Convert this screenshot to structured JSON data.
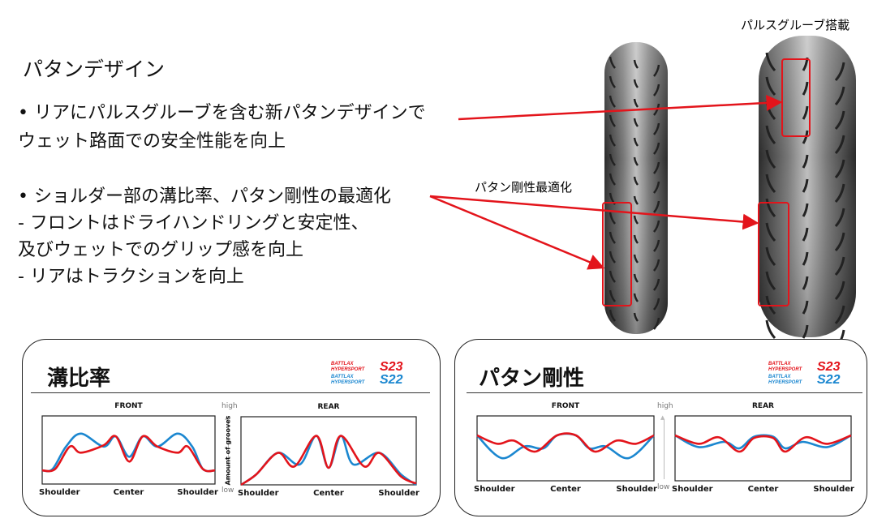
{
  "heading": "パタンデザイン",
  "bullets": [
    {
      "lines": [
        "• リアにパルスグルーブを含む新パタンデザインで",
        "   ウェット路面での安全性能を向上"
      ]
    },
    {
      "lines": [
        "• ショルダー部の溝比率、パタン剛性の最適化",
        " - フロントはドライハンドリングと安定性、",
        "    及びウェットでのグリップ感を向上",
        " - リアはトラクションを向上"
      ]
    }
  ],
  "tire_labels": {
    "pulse_groove": "パルスグルーブ搭載",
    "pattern_stiffness": "パタン剛性最適化"
  },
  "colors": {
    "s23": "#e3141b",
    "s22": "#1b87d0",
    "arrow": "#e3141b"
  },
  "legend": {
    "brand_line1": "BATTLAX",
    "brand_line2": "HYPERSPORT",
    "s23": "S23",
    "s22": "S22"
  },
  "chart_data": [
    {
      "type": "line",
      "title": "溝比率",
      "ylabel": "Amount of grooves",
      "y_high": "high",
      "y_low": "low",
      "ylim": [
        0,
        1
      ],
      "panels": [
        {
          "title": "FRONT",
          "xticks": [
            "Shoulder",
            "Center",
            "Shoulder"
          ],
          "series": [
            {
              "name": "S22",
              "x": [
                0,
                0.06,
                0.138,
                0.224,
                0.356,
                0.426,
                0.504,
                0.582,
                0.667,
                0.784,
                0.868,
                0.93,
                1
              ],
              "values": [
                0.2,
                0.22,
                0.55,
                0.74,
                0.55,
                0.7,
                0.4,
                0.7,
                0.55,
                0.74,
                0.55,
                0.22,
                0.2
              ]
            },
            {
              "name": "S23",
              "x": [
                0,
                0.075,
                0.16,
                0.224,
                0.356,
                0.426,
                0.504,
                0.582,
                0.667,
                0.784,
                0.843,
                0.93,
                1
              ],
              "values": [
                0.2,
                0.22,
                0.55,
                0.46,
                0.57,
                0.7,
                0.33,
                0.7,
                0.55,
                0.46,
                0.55,
                0.22,
                0.2
              ]
            }
          ]
        },
        {
          "title": "REAR",
          "xticks": [
            "Shoulder",
            "Center",
            "Shoulder"
          ],
          "series": [
            {
              "name": "S22",
              "x": [
                0,
                0.086,
                0.211,
                0.336,
                0.43,
                0.5,
                0.57,
                0.641,
                0.789,
                0.914,
                1
              ],
              "values": [
                0,
                0.15,
                0.47,
                0.3,
                0.72,
                0.25,
                0.72,
                0.3,
                0.47,
                0.15,
                0
              ]
            },
            {
              "name": "S23",
              "x": [
                0,
                0.086,
                0.211,
                0.305,
                0.43,
                0.5,
                0.57,
                0.703,
                0.789,
                0.914,
                1
              ],
              "values": [
                0,
                0.15,
                0.47,
                0.27,
                0.72,
                0.25,
                0.72,
                0.27,
                0.47,
                0.12,
                0.02
              ]
            }
          ]
        }
      ]
    },
    {
      "type": "line",
      "title": "パタン剛性",
      "ylabel": "",
      "y_high": "high",
      "y_low": "low",
      "ylim": [
        0,
        1
      ],
      "panels": [
        {
          "title": "FRONT",
          "xticks": [
            "Shoulder",
            "Center",
            "Shoulder"
          ],
          "series": [
            {
              "name": "S22",
              "x": [
                0,
                0.138,
                0.268,
                0.375,
                0.452,
                0.559,
                0.635,
                0.727,
                0.858,
                1
              ],
              "values": [
                0.7,
                0.35,
                0.53,
                0.5,
                0.7,
                0.7,
                0.5,
                0.53,
                0.35,
                0.7
              ]
            },
            {
              "name": "S23",
              "x": [
                0,
                0.115,
                0.207,
                0.329,
                0.452,
                0.559,
                0.666,
                0.789,
                0.896,
                1
              ],
              "values": [
                0.7,
                0.57,
                0.62,
                0.45,
                0.7,
                0.7,
                0.45,
                0.62,
                0.57,
                0.7
              ]
            }
          ]
        },
        {
          "title": "REAR",
          "xticks": [
            "Shoulder",
            "Center",
            "Shoulder"
          ],
          "series": [
            {
              "name": "S22",
              "x": [
                0,
                0.134,
                0.28,
                0.365,
                0.449,
                0.557,
                0.626,
                0.726,
                0.865,
                1
              ],
              "values": [
                0.7,
                0.52,
                0.6,
                0.5,
                0.68,
                0.68,
                0.5,
                0.6,
                0.52,
                0.7
              ]
            },
            {
              "name": "S23",
              "x": [
                0,
                0.134,
                0.249,
                0.365,
                0.449,
                0.557,
                0.626,
                0.741,
                0.865,
                1
              ],
              "values": [
                0.7,
                0.57,
                0.67,
                0.45,
                0.66,
                0.66,
                0.45,
                0.67,
                0.57,
                0.7
              ]
            }
          ]
        }
      ]
    }
  ]
}
